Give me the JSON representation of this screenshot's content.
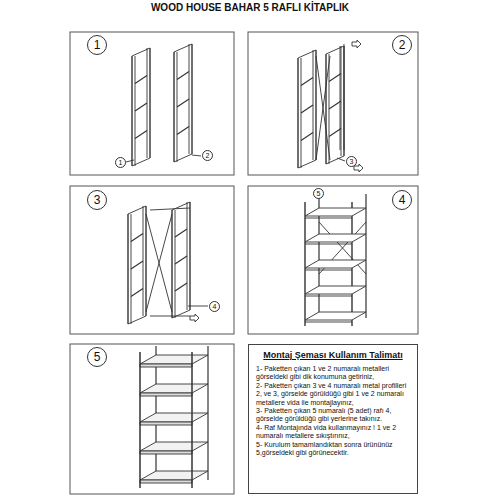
{
  "diagram": {
    "title": "WOOD HOUSE BAHAR 5 RAFLI KİTAPLIK",
    "nodes": [
      {
        "text": [
          "1"
        ]
      },
      {
        "text": [
          "2"
        ]
      },
      {
        "text": [
          "3"
        ]
      },
      {
        "text": [
          "4"
        ]
      },
      {
        "text": [
          "5"
        ]
      },
      {
        "text": [
          "Montaj Şeması Kullanım Talimatı",
          "1- Paketten çıkan 1 ve 2 numaralı metalleri görseldeki gibi dik konumuna getiriniz,",
          "2- Paketten çıkan 3 ve 4 numaralı metal profilleri 2, ve 3, görselde görüldüğü gibi 1 ve 2 numaralı metallere vida ile montajlayınız,",
          "3- Paketten çıkan 5 numaralı (5 adet) rafı 4, görselde görüldüğü gibi yerlerine takınız.",
          "4- Raf Montajında vida kullanmayınız ! 1 ve 2 numaralı metallere sıkıştırınız,",
          "5- Kurulum tamamlandıktan sonra ürününüz 5,görseldeki gibi görünecektir."
        ]
      }
    ],
    "labels": [
      "1",
      "2",
      "3",
      "4",
      "5"
    ]
  }
}
